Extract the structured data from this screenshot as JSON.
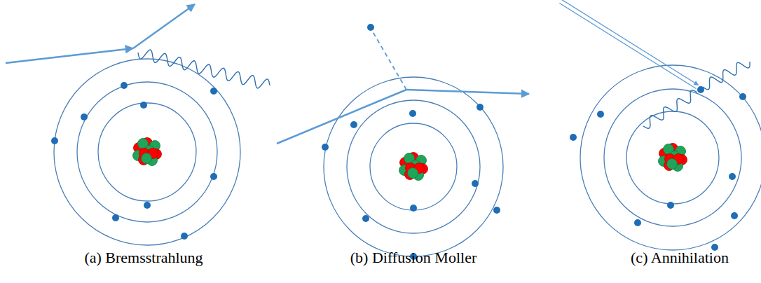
{
  "diagram": {
    "labels": [
      "(a) Bremsstrahlung",
      "(b) Diffusion Moller",
      "(c) Annihilation"
    ]
  }
}
